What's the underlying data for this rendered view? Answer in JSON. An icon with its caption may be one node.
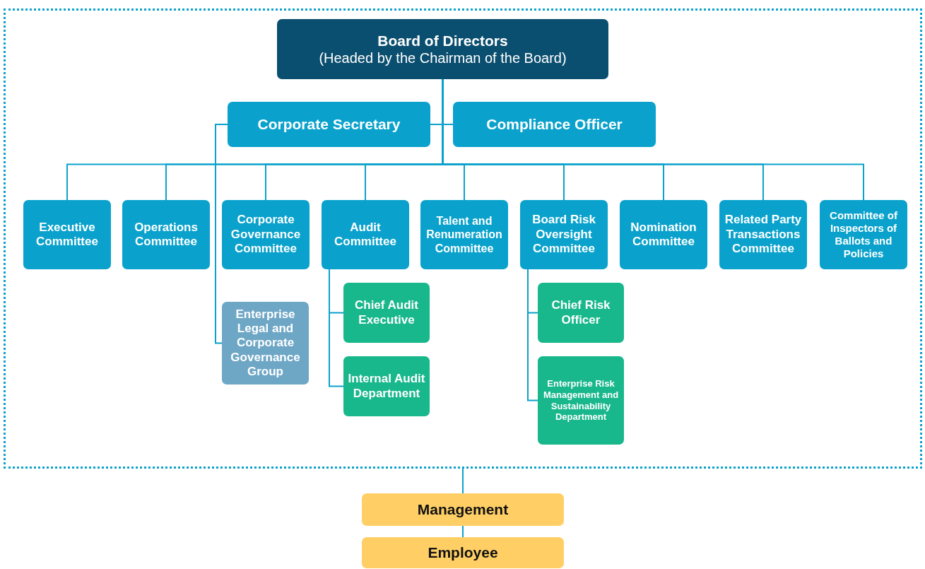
{
  "diagram": {
    "nodes": [
      {
        "text": [],
        "shape": "box"
      },
      {
        "text": [
          "Board of Directors",
          "(Headed by the Chairman of the Board)"
        ],
        "in": 0
      },
      {
        "text": [
          "Corporate Secretary"
        ],
        "in": 0
      },
      {
        "text": [
          "Compliance Officer"
        ],
        "in": 0
      },
      {
        "text": [
          "Executive Committee"
        ],
        "in": 0
      },
      {
        "text": [
          "Operations Committee"
        ],
        "in": 0
      },
      {
        "text": [
          "Corporate Governance Committee"
        ],
        "in": 0
      },
      {
        "text": [
          "Audit Committee"
        ],
        "in": 0
      },
      {
        "text": [
          "Talent and Renumeration Committee"
        ],
        "in": 0
      },
      {
        "text": [
          "Board Risk Oversight Committee"
        ],
        "in": 0
      },
      {
        "text": [
          "Nomination Committee"
        ],
        "in": 0
      },
      {
        "text": [
          "Related Party Transactions Committee"
        ],
        "in": 0
      },
      {
        "text": [
          "Committee of Inspectors of Ballots and Policies"
        ],
        "in": 0
      },
      {
        "text": [
          "Enterprise Legal and Corporate Governance Group"
        ],
        "in": 0
      },
      {
        "text": [
          "Chief Audit Executive"
        ],
        "in": 0
      },
      {
        "text": [
          "Internal Audit Department"
        ],
        "in": 0
      },
      {
        "text": [
          "Chief Risk Officer"
        ],
        "in": 0
      },
      {
        "text": [
          "Enterprise Risk Management and Sustainability Department"
        ],
        "in": 0
      },
      {
        "text": [
          "Management"
        ]
      },
      {
        "text": [
          "Employee"
        ]
      }
    ],
    "edges": [
      {
        "from": 1,
        "to": 2,
        "arrow": "none"
      },
      {
        "from": 1,
        "to": 3,
        "arrow": "none"
      },
      {
        "from": 1,
        "to": 4,
        "arrow": "none"
      },
      {
        "from": 1,
        "to": 5,
        "arrow": "none"
      },
      {
        "from": 1,
        "to": 6,
        "arrow": "none"
      },
      {
        "from": 1,
        "to": 7,
        "arrow": "none"
      },
      {
        "from": 1,
        "to": 8,
        "arrow": "none"
      },
      {
        "from": 1,
        "to": 9,
        "arrow": "none"
      },
      {
        "from": 1,
        "to": 10,
        "arrow": "none"
      },
      {
        "from": 1,
        "to": 11,
        "arrow": "none"
      },
      {
        "from": 1,
        "to": 12,
        "arrow": "none"
      },
      {
        "from": 2,
        "to": 13,
        "arrow": "none"
      },
      {
        "from": 7,
        "to": 14,
        "arrow": "none"
      },
      {
        "from": 7,
        "to": 15,
        "arrow": "none"
      },
      {
        "from": 9,
        "to": 16,
        "arrow": "none"
      },
      {
        "from": 9,
        "to": 17,
        "arrow": "none"
      },
      {
        "from": 0,
        "to": 18,
        "arrow": "none"
      },
      {
        "from": 18,
        "to": 19,
        "arrow": "none"
      }
    ]
  }
}
